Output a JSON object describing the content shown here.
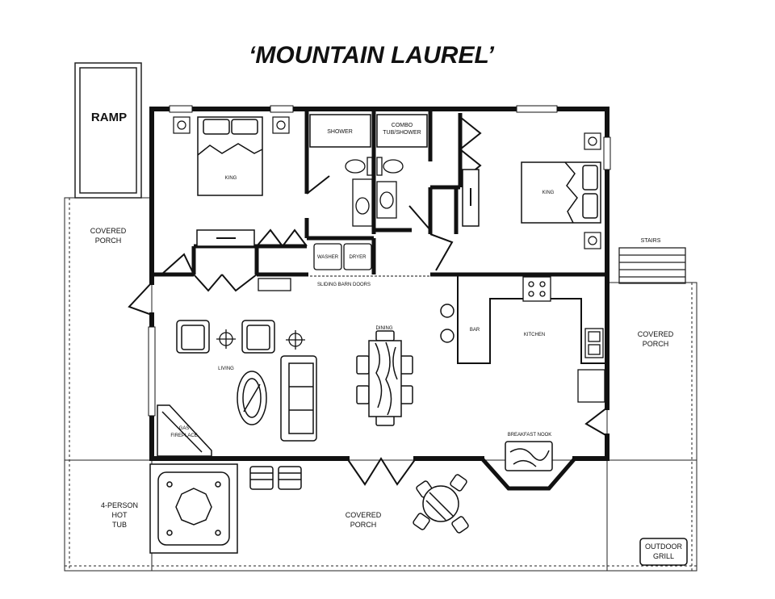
{
  "title": "‘MOUNTAIN LAUREL’",
  "rooms": {
    "ramp": "RAMP",
    "covered_porch_left": [
      "COVERED",
      "PORCH"
    ],
    "covered_porch_right": [
      "COVERED",
      "PORCH"
    ],
    "covered_porch_bottom": [
      "COVERED",
      "PORCH"
    ],
    "bedroom_left": "KING",
    "bedroom_right": "KING",
    "shower": "SHOWER",
    "combo": [
      "COMBO",
      "TUB/SHOWER"
    ],
    "washer": "WASHER",
    "dryer": "DRYER",
    "sliding_doors": "SLIDING BARN DOORS",
    "living": "LIVING",
    "dining": "DINING",
    "bar": "BAR",
    "kitchen": "KITCHEN",
    "fireplace": [
      "GAS",
      "FIREPLACE"
    ],
    "breakfast_nook": "BREAKFAST NOOK",
    "hot_tub": [
      "4-PERSON",
      "HOT",
      "TUB"
    ],
    "stairs": "STAIRS",
    "outdoor_grill": [
      "OUTDOOR",
      "GRILL"
    ]
  }
}
